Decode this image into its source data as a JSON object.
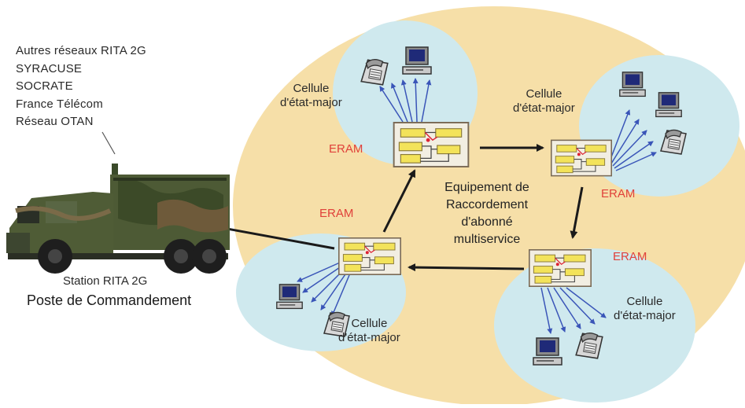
{
  "networks": [
    "Autres réseaux RITA 2G",
    "SYRACUSE",
    "SOCRATE",
    "France Télécom",
    "Réseau OTAN"
  ],
  "station": {
    "label": "Station RITA 2G",
    "sublabel": "Poste de Commandement"
  },
  "center_label": [
    "Equipement de",
    "Raccordement",
    "d'abonné",
    "multiservice"
  ],
  "eram_label": "ERAM",
  "cell_label": {
    "line1": "Cellule",
    "line2": "d'état-major"
  },
  "colors": {
    "background_ellipse": "#f6dfa8",
    "cell_circle": "#cfe9ee",
    "eram_text": "#e0413a",
    "arrow": "#1a1a1a",
    "blue_arrow": "#3a55b8",
    "switch_box": "#f2eee2",
    "switch_module": "#f3e35a"
  },
  "icons": [
    "computer-icon",
    "telephone-icon",
    "truck-icon",
    "switch-icon"
  ]
}
